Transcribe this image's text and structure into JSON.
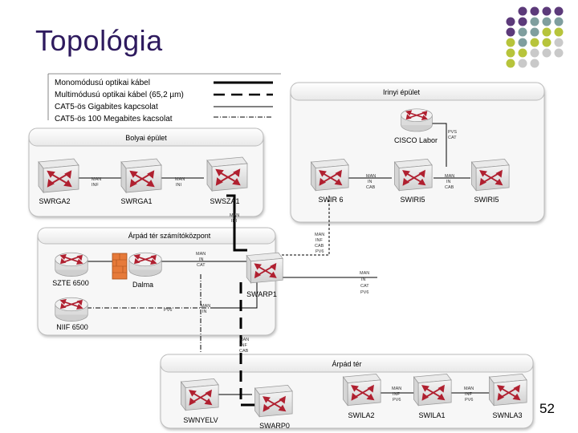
{
  "slide": {
    "title": "Topológia",
    "page_number": "52",
    "colors": {
      "title": "#2e1a5e",
      "dot_purple": "#5c3a7a",
      "dot_teal": "#7f9e9e",
      "dot_lime": "#b7c43b",
      "dot_gray": "#c9c9c9"
    }
  },
  "legend": [
    "Monomódusú optikai kábel",
    "Multimódusú optikai kábel (65,2 µm)",
    "CAT5-ös Gigabites kapcsolat",
    "CAT5-ös 100 Megabites kacsolat"
  ],
  "groups": {
    "irinyi": "Irinyi épület",
    "bolyai": "Bolyai épület",
    "arpad_szk": "Árpád tér számítóközpont",
    "arpad": "Árpád tér"
  },
  "devices": {
    "cisco_labor": "CISCO Labor",
    "swirl6": "SWIR 6",
    "swiri5a": "SWIRI5",
    "swiri5b": "SWIRI5",
    "swrga2": "SWRGA2",
    "swrga1": "SWRGA1",
    "swsza1": "SWSZA1",
    "szte6500": "SZTE 6500",
    "dalma": "Dalma",
    "swarp1": "SWARP1",
    "niif6500": "NIIF 6500",
    "swnyelv": "SWNYELV",
    "swarp0": "SWARP0",
    "swila2": "SWILA2",
    "swila1": "SWILA1",
    "swnla3": "SWNLA3"
  },
  "link_labels": {
    "cisco_link": [
      "PVS",
      "CAT"
    ],
    "irinyi_a": [
      "MAN",
      "IN",
      "CAB"
    ],
    "irinyi_b": [
      "MAN",
      "IN",
      "CAB"
    ],
    "bolyai_a": [
      "MAN",
      "INF"
    ],
    "bolyai_b": [
      "MAN",
      "INI"
    ],
    "bolyai_down": [
      "MAN",
      "INI"
    ],
    "irinyi_down": [
      "MAN",
      "INF",
      "CAB",
      "PV6"
    ],
    "szk_dalma": [
      "MAN",
      "IN",
      "CAT"
    ],
    "szk_right": [
      "MAN",
      "IN",
      "CAT",
      "PV6"
    ],
    "szk_niif_a": [
      "PV6"
    ],
    "szk_niif_b": [
      "MAN",
      "IN"
    ],
    "szk_down": [
      "MAN",
      "INF",
      "CAB"
    ],
    "arpad_a": [
      "MAN",
      "INF",
      "PV6"
    ],
    "arpad_b": [
      "MAN",
      "INF",
      "PV6"
    ]
  }
}
